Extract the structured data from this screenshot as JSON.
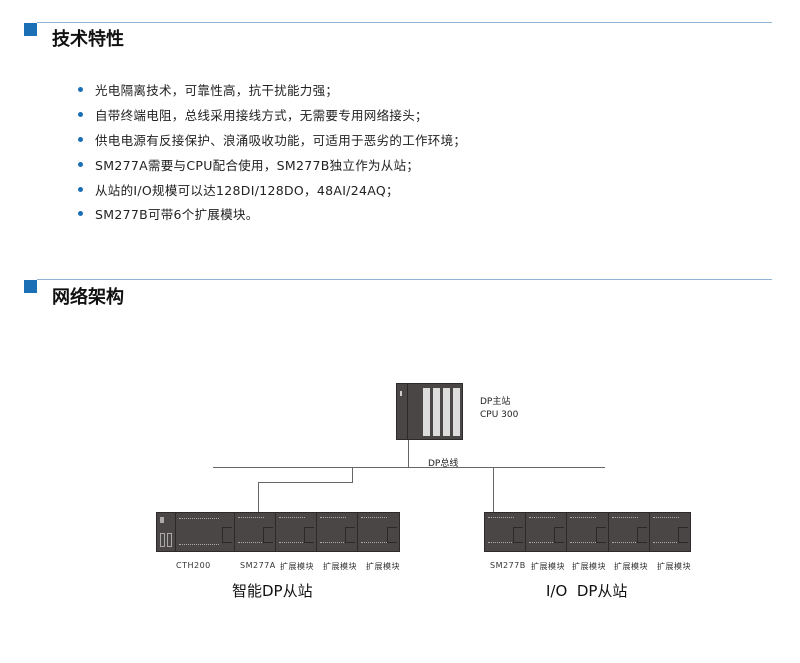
{
  "sections": [
    {
      "title": "技术特性"
    },
    {
      "title": "网络架构"
    }
  ],
  "features": [
    "光电隔离技术，可靠性高，抗干扰能力强；",
    "自带终端电阻，总线采用接线方式，无需要专用网络接头；",
    "供电电源有反接保护、浪涌吸收功能，可适用于恶劣的工作环境；",
    "SM277A需要与CPU配合使用，SM277B独立作为从站；",
    "从站的I/O规模可以达128DI/128DO，48AI/24AQ；",
    "SM277B可带6个扩展模块。"
  ],
  "diagram": {
    "master_label": "DP主站",
    "master_cpu": "CPU 300",
    "bus_label": "DP总线",
    "left_labels": [
      "CTH200",
      "SM277A",
      "扩展模块",
      "扩展模块",
      "扩展模块"
    ],
    "right_labels": [
      "SM277B",
      "扩展模块",
      "扩展模块",
      "扩展模块",
      "扩展模块"
    ],
    "left_group": "智能DP从站",
    "right_group": "I/O  DP从站"
  },
  "colors": {
    "accent": "#1a6fb5",
    "module": "#4a4646"
  }
}
